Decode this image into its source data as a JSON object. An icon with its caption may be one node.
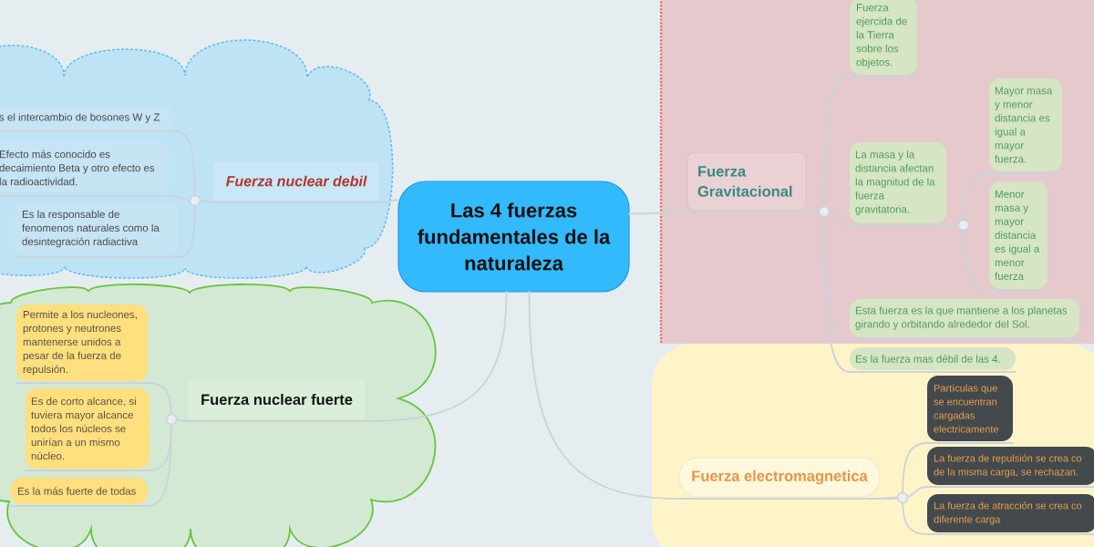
{
  "diagram": {
    "nodes": [
      {
        "text": [
          "Las 4 fuerzas fundamentales de la naturaleza"
        ]
      },
      {
        "text": [],
        "shape": "cloud"
      },
      {
        "text": [
          "Fuerza nuclear debil"
        ],
        "in": 1
      },
      {
        "text": [
          "s el intercambio de bosones W y Z"
        ],
        "in": 1
      },
      {
        "text": [
          "Efecto más conocido es decaimiento Beta y otro efecto es la radioactividad."
        ],
        "in": 1
      },
      {
        "text": [
          "Es la responsable de fenomenos naturales como la desintegración radiactiva"
        ],
        "in": 1
      },
      {
        "text": [],
        "shape": "cloud"
      },
      {
        "text": [
          "Fuerza nuclear fuerte"
        ],
        "in": 6
      },
      {
        "text": [
          "Permite a los nucleones, protones y neutrones mantenerse unidos a pesar de la fuerza de repulsión."
        ],
        "in": 6
      },
      {
        "text": [
          "Es de corto alcance, si tuviera mayor alcance todos los núcleos se unirían a un mismo núcleo."
        ],
        "in": 6
      },
      {
        "text": [
          "Es la más fuerte de todas"
        ],
        "in": 6
      },
      {
        "text": [],
        "shape": "box"
      },
      {
        "text": [
          "Fuerza Gravitacional"
        ],
        "in": 11
      },
      {
        "text": [
          "Fuerza ejercida de la Tierra sobre los objetos."
        ],
        "in": 11
      },
      {
        "text": [
          "La masa y la distancia afectan la magnitud de la fuerza gravitatoria."
        ],
        "in": 11
      },
      {
        "text": [
          "Mayor masa y menor distancia es igual a mayor fuerza."
        ],
        "in": 11
      },
      {
        "text": [
          "Menor masa y mayor distancia es igual a menor fuerza"
        ],
        "in": 11
      },
      {
        "text": [
          "Esta fuerza es la que mantiene a los planetas girando y orbitando alrededor del Sol."
        ],
        "in": 11
      },
      {
        "text": [
          "Es la fuerza mas débil de las 4."
        ],
        "in": 19
      },
      {
        "text": [],
        "shape": "box"
      },
      {
        "text": [
          "Fuerza electromagnetica"
        ],
        "in": 19
      },
      {
        "text": [
          "Partículas que se encuentran cargadas electricamente"
        ],
        "in": 19
      },
      {
        "text": [
          "La fuerza de repulsión se crea co de la misma carga, se rechazan."
        ],
        "in": 19
      },
      {
        "text": [
          "La fuerza de atracción se crea co diferente carga"
        ],
        "in": 19
      }
    ],
    "edges": [
      {
        "from": 0,
        "to": 2,
        "arrow": "none"
      },
      {
        "from": 0,
        "to": 7,
        "arrow": "none"
      },
      {
        "from": 0,
        "to": 12,
        "arrow": "none"
      },
      {
        "from": 0,
        "to": 20,
        "arrow": "none"
      },
      {
        "from": 2,
        "to": 3,
        "arrow": "none"
      },
      {
        "from": 2,
        "to": 4,
        "arrow": "none"
      },
      {
        "from": 2,
        "to": 5,
        "arrow": "none"
      },
      {
        "from": 7,
        "to": 8,
        "arrow": "none"
      },
      {
        "from": 7,
        "to": 9,
        "arrow": "none"
      },
      {
        "from": 7,
        "to": 10,
        "arrow": "none"
      },
      {
        "from": 12,
        "to": 13,
        "arrow": "none"
      },
      {
        "from": 12,
        "to": 14,
        "arrow": "none"
      },
      {
        "from": 12,
        "to": 17,
        "arrow": "none"
      },
      {
        "from": 12,
        "to": 18,
        "arrow": "none"
      },
      {
        "from": 14,
        "to": 15,
        "arrow": "none"
      },
      {
        "from": 14,
        "to": 16,
        "arrow": "none"
      },
      {
        "from": 20,
        "to": 21,
        "arrow": "none"
      },
      {
        "from": 20,
        "to": 22,
        "arrow": "none"
      },
      {
        "from": 20,
        "to": 23,
        "arrow": "none"
      }
    ]
  }
}
